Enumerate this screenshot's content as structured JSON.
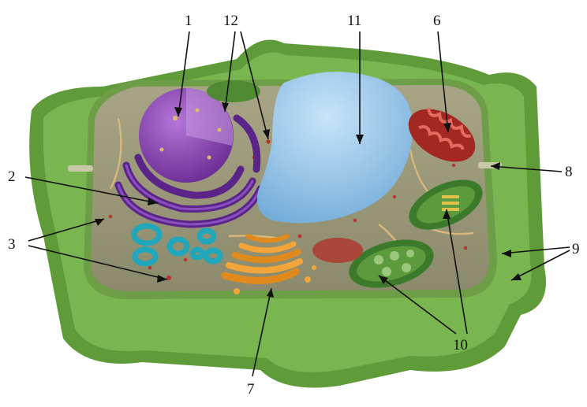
{
  "labels": [
    {
      "id": "l1",
      "text": "1"
    },
    {
      "id": "l2",
      "text": "2"
    },
    {
      "id": "l3",
      "text": "3"
    },
    {
      "id": "l6",
      "text": "6"
    },
    {
      "id": "l7",
      "text": "7"
    },
    {
      "id": "l8",
      "text": "8"
    },
    {
      "id": "l9",
      "text": "9"
    },
    {
      "id": "l10",
      "text": "10"
    },
    {
      "id": "l11",
      "text": "11"
    },
    {
      "id": "l12",
      "text": "12"
    }
  ],
  "colors": {
    "cell_wall": "#6fae45",
    "cell_wall_dark": "#4f8a2e",
    "cytoplasm": "#9a9878",
    "nucleus": "#8a3fb0",
    "er": "#5e2a8c",
    "vacuole": "#8ec3ea",
    "golgi": "#f0a030",
    "mitochondrion": "#b8322a",
    "chloroplast": "#3f8a2e",
    "vesicle": "#2ab3c4"
  }
}
